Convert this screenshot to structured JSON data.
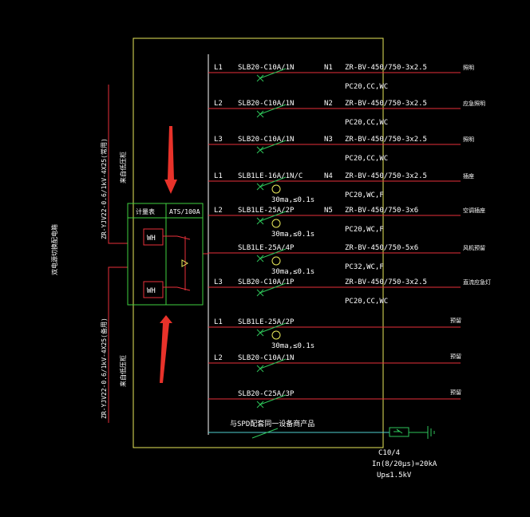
{
  "colors": {
    "background": "#000000",
    "frame": "#e8e85a",
    "text": "#ffffff",
    "wire": "#e8303a",
    "switch": "#2ec45a",
    "green_box": "#3fd03f",
    "cyan": "#4fd0d0",
    "arrow": "#e8322a",
    "meter": "#e8303a"
  },
  "incoming": {
    "cable1": "ZR-YJV22-0.6/1kV-4X25(常用)",
    "note1": "来自低压柜",
    "cable2": "ZR-YJV22-0.6/1kV-4X25(备用)",
    "note2": "来自低压柜",
    "side_label": "双电源切换配电箱"
  },
  "ats": {
    "meter_label": "计量表",
    "rating": "ATS/100A",
    "meter1": "WH",
    "meter2": "WH"
  },
  "circuits": [
    {
      "phase": "L1",
      "breaker": "SLB20-C10A/1N",
      "rcd": "",
      "circuit": "N1",
      "cable": "ZR-BV-450/750-3x2.5",
      "conduit": "PC20,CC,WC",
      "load": "照明"
    },
    {
      "phase": "L2",
      "breaker": "SLB20-C10A/1N",
      "rcd": "",
      "circuit": "N2",
      "cable": "ZR-BV-450/750-3x2.5",
      "conduit": "PC20,CC,WC",
      "load": "应急照明"
    },
    {
      "phase": "L3",
      "breaker": "SLB20-C10A/1N",
      "rcd": "",
      "circuit": "N3",
      "cable": "ZR-BV-450/750-3x2.5",
      "conduit": "PC20,CC,WC",
      "load": "照明"
    },
    {
      "phase": "L1",
      "breaker": "SLB1LE-16A/1N/C",
      "rcd": "30ma,≤0.1s",
      "circuit": "N4",
      "cable": "ZR-BV-450/750-3x2.5",
      "conduit": "PC20,WC,F",
      "load": "插座"
    },
    {
      "phase": "L2",
      "breaker": "SLB1LE-25A/2P",
      "rcd": "30ma,≤0.1s",
      "circuit": "N5",
      "cable": "ZR-BV-450/750-3x6",
      "conduit": "PC20,WC,F",
      "load": "空调插座"
    },
    {
      "phase": "",
      "breaker": "SLB1LE-25A/4P",
      "rcd": "30ma,≤0.1s",
      "circuit": "",
      "cable": "ZR-BV-450/750-5x6",
      "conduit": "PC32,WC,F",
      "load": "风机预留"
    },
    {
      "phase": "L3",
      "breaker": "SLB20-C10A/1P",
      "rcd": "",
      "circuit": "",
      "cable": "ZR-BV-450/750-3x2.5",
      "conduit": "PC20,CC,WC",
      "load": "直流应急灯"
    },
    {
      "phase": "L1",
      "breaker": "SLB1LE-25A/2P",
      "rcd": "30ma,≤0.1s",
      "circuit": "",
      "cable": "",
      "conduit": "",
      "load": "预留"
    },
    {
      "phase": "L2",
      "breaker": "SLB20-C10A/1N",
      "rcd": "",
      "circuit": "",
      "cable": "",
      "conduit": "",
      "load": "预留"
    },
    {
      "phase": "",
      "breaker": "SLB20-C25A/3P",
      "rcd": "",
      "circuit": "",
      "cable": "",
      "conduit": "",
      "load": "预留"
    }
  ],
  "spd": {
    "label": "与SPD配套同一设备商产品",
    "model": "C10/4",
    "current": "In(8/20μs)=20kA",
    "voltage": "Up≤1.5kV"
  }
}
